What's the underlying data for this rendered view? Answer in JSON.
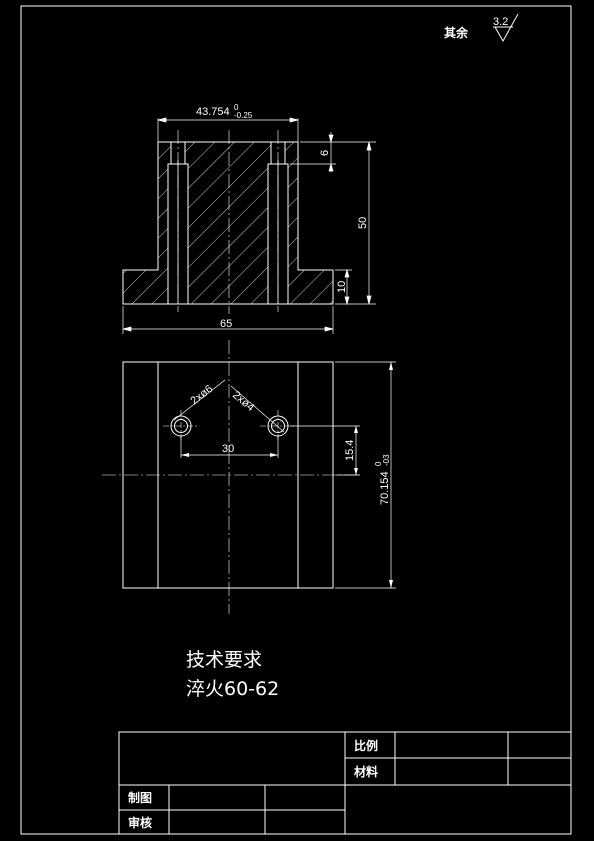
{
  "surface_finish": {
    "label": "其余",
    "roughness": "3.2"
  },
  "dimensions": {
    "width_top_base": "43.754",
    "width_top_sup": "0",
    "width_top_sub": "-0.25",
    "width_total": "65",
    "height_total": "50",
    "height_top_counterbore": "6",
    "height_flange": "10",
    "hole_a": "2xø6",
    "hole_b": "2xø4",
    "hole_spacing": "30",
    "hole_offset": "15.4",
    "length_base": "70.154",
    "length_sup": "0",
    "length_sub": "-03"
  },
  "requirements": {
    "title": "技术要求",
    "line1": "淬火60-62"
  },
  "title_block": {
    "scale_label": "比例",
    "material_label": "材料",
    "drawn_label": "制图",
    "checked_label": "审核"
  }
}
